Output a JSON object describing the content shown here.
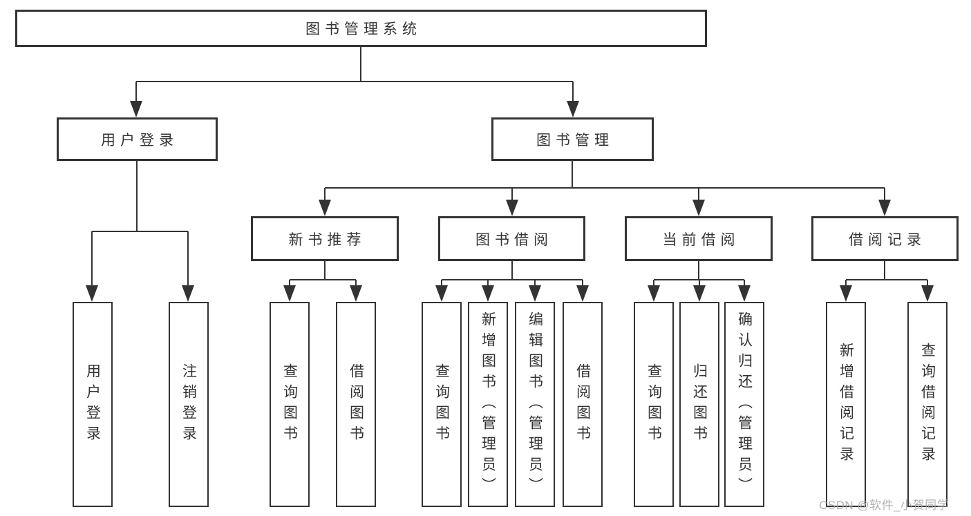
{
  "diagram_title": "图书管理系统",
  "nodes": {
    "root": "图书管理系统",
    "user_login": "用户登录",
    "book_management": "图书管理",
    "new_book_recommend": "新书推荐",
    "book_borrow": "图书借阅",
    "current_borrow": "当前借阅",
    "borrow_records": "借阅记录",
    "leaf_user_login": "用户登录",
    "leaf_logout": "注销登录",
    "leaf_query_books_1": "查询图书",
    "leaf_borrow_books_1": "借阅图书",
    "leaf_query_books_2": "查询图书",
    "leaf_add_book_admin": "新增图书（管理员）",
    "leaf_edit_book_admin": "编辑图书（管理员）",
    "leaf_borrow_books_2": "借阅图书",
    "leaf_query_books_3": "查询图书",
    "leaf_return_books": "归还图书",
    "leaf_confirm_return_admin": "确认归还（管理员）",
    "leaf_add_borrow_record": "新增借阅记录",
    "leaf_query_borrow_record": "查询借阅记录"
  },
  "watermark": "CSDN @软件_小贺同学",
  "colors": {
    "line": "#333333",
    "box_border": "#333333",
    "box_fill": "#ffffff",
    "text": "#333333",
    "watermark": "#a8a8a8"
  }
}
